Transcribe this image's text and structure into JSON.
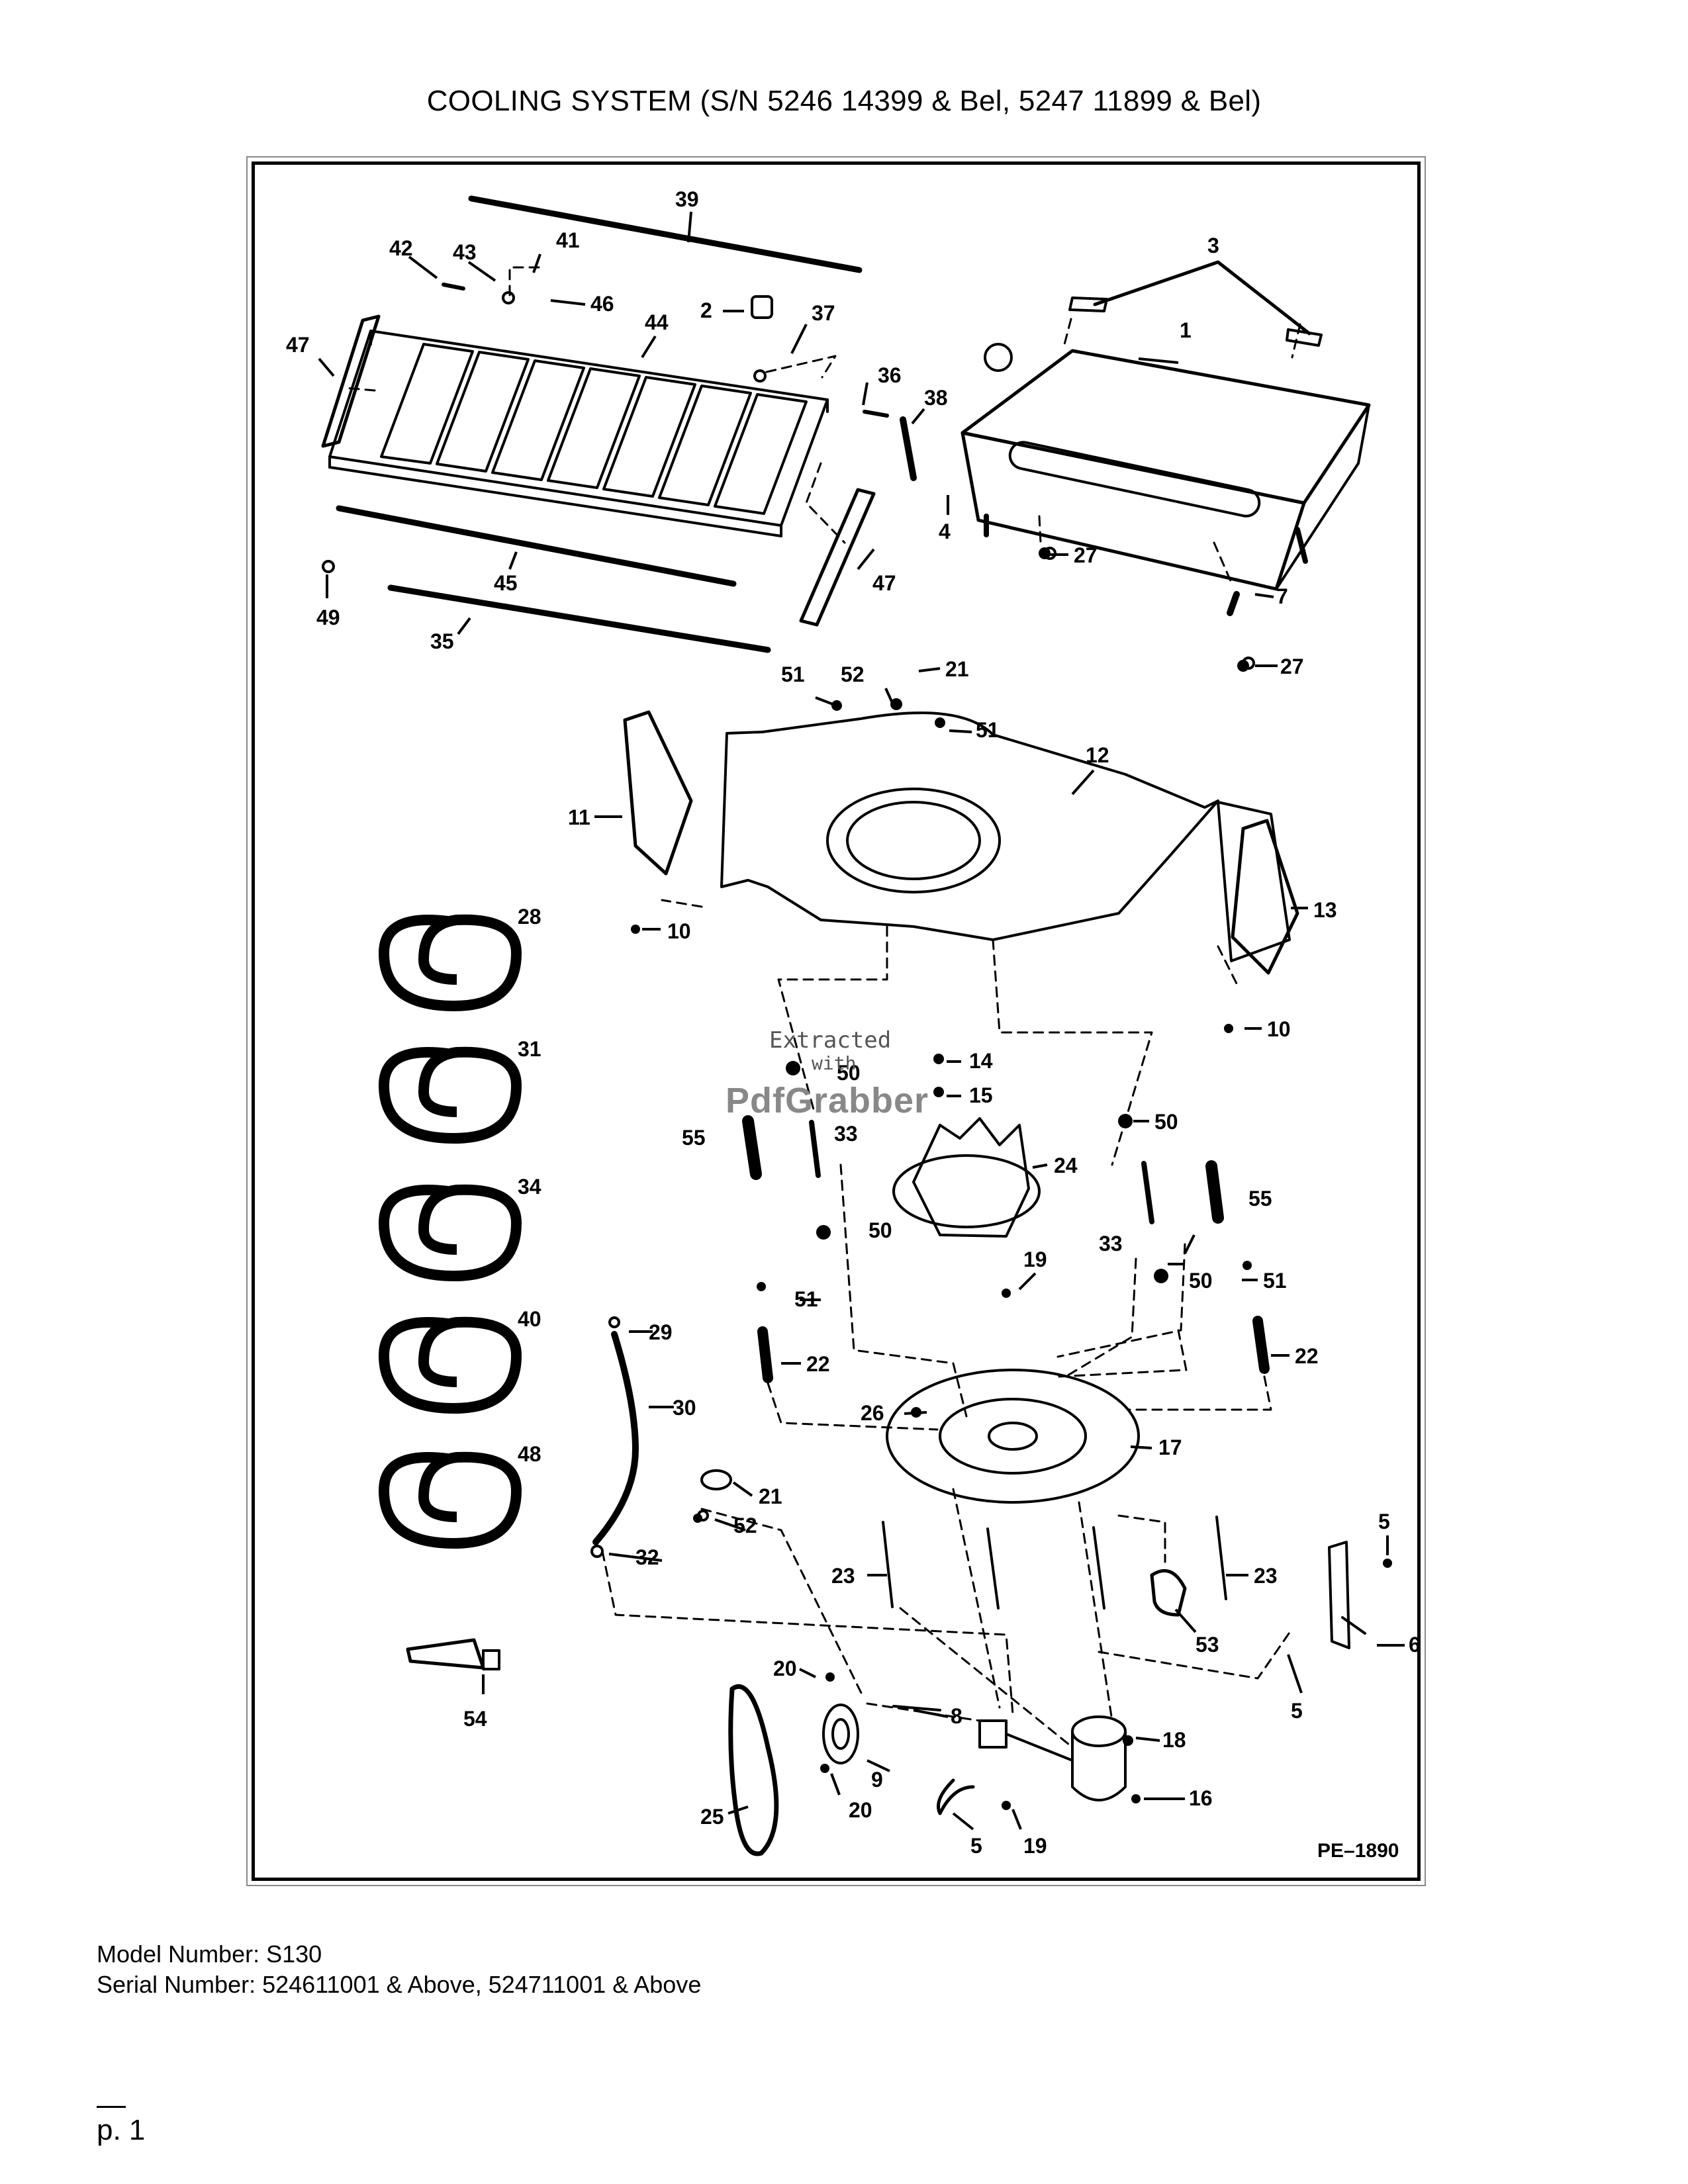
{
  "document": {
    "title": "COOLING SYSTEM (S/N 5246 14399 & Bel, 5247 11899 & Bel)",
    "drawing_code": "PE–1890",
    "model_number": "Model Number: S130",
    "serial_number": "Serial Number: 524611001 & Above, 524711001 & Above",
    "page": "p. 1"
  },
  "watermark": {
    "line1": "Extracted",
    "line2": "with",
    "brand": "PdfGrabber"
  },
  "callouts": [
    "1",
    "2",
    "3",
    "4",
    "5",
    "6",
    "7",
    "8",
    "9",
    "10",
    "11",
    "12",
    "13",
    "14",
    "15",
    "16",
    "17",
    "18",
    "19",
    "20",
    "21",
    "22",
    "23",
    "24",
    "25",
    "26",
    "27",
    "28",
    "29",
    "30",
    "31",
    "32",
    "33",
    "34",
    "35",
    "36",
    "37",
    "38",
    "39",
    "40",
    "41",
    "42",
    "43",
    "44",
    "45",
    "46",
    "47",
    "48",
    "49",
    "50",
    "51",
    "52",
    "53",
    "54",
    "55"
  ]
}
